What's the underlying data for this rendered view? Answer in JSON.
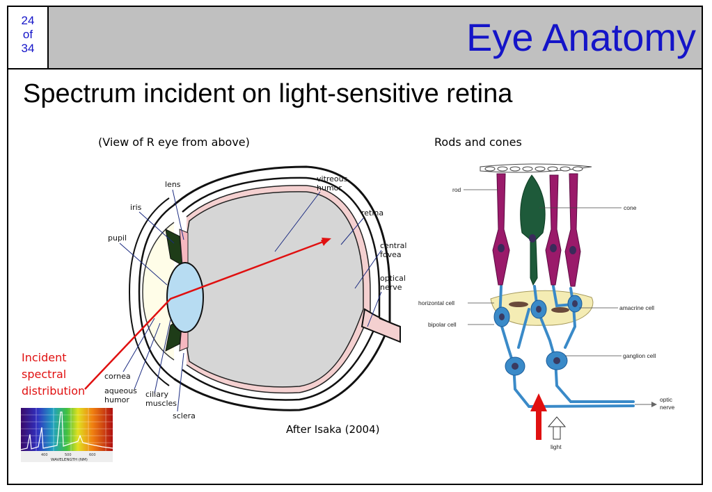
{
  "page": {
    "current": "24",
    "of_label": "of",
    "total": "34"
  },
  "title": "Eye Anatomy",
  "subtitle": "Spectrum incident on light-sensitive retina",
  "captions": {
    "eye_view": "(View of R eye from above)",
    "rods_cones": "Rods and cones",
    "credit": "After Isaka (2004)"
  },
  "incident": {
    "line1": "Incident",
    "line2": "spectral",
    "line3": "distribution"
  },
  "eye_labels": {
    "lens": "lens",
    "iris": "iris",
    "pupil": "pupil",
    "vitreous1": "vitreous",
    "vitreous2": "humor",
    "retina": "retina",
    "fovea1": "central",
    "fovea2": "fovea",
    "nerve1": "optical",
    "nerve2": "nerve",
    "cornea": "cornea",
    "aqueous1": "aqueous",
    "aqueous2": "humor",
    "ciliary1": "ciliary",
    "ciliary2": "muscles",
    "sclera": "sclera"
  },
  "retina_labels": {
    "rod": "rod",
    "cone": "cone",
    "horizontal": "horizontal cell",
    "bipolar": "bipolar cell",
    "amacrine": "amacrine cell",
    "ganglion": "ganglion cell",
    "optic1": "optic",
    "optic2": "nerve",
    "light": "light"
  },
  "spectrum": {
    "axis_label": "WAVELENGTH (NM)",
    "ticks": [
      "400",
      "500",
      "600"
    ]
  },
  "colors": {
    "title": "#1414c8",
    "incident": "#e01010",
    "header_bg": "#c0c0c0"
  }
}
